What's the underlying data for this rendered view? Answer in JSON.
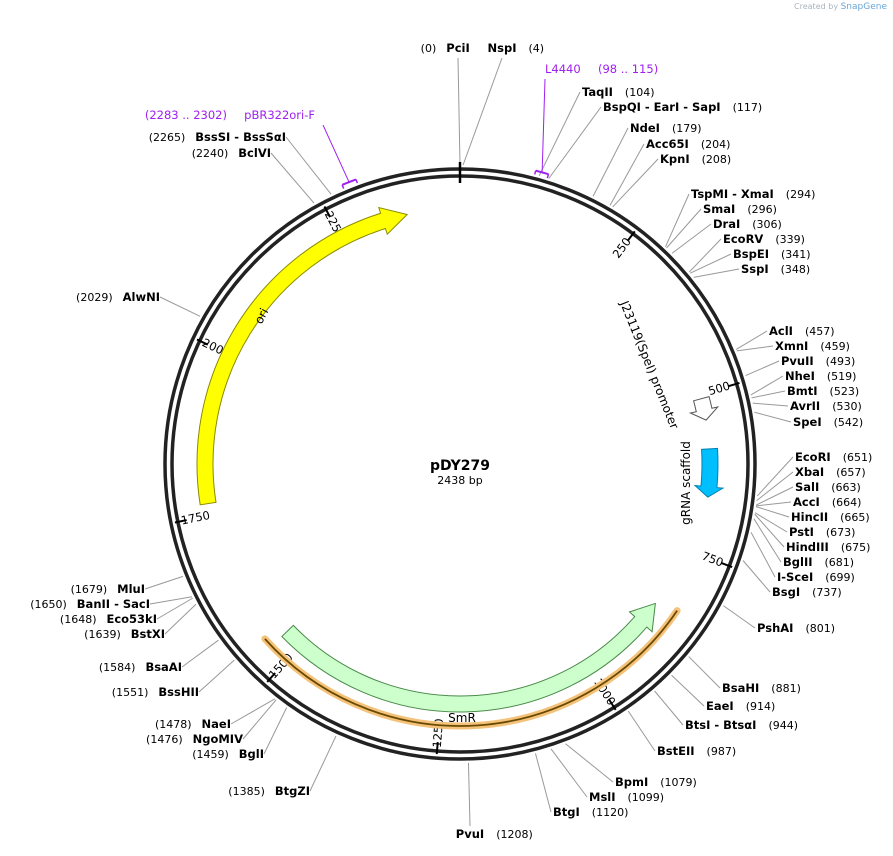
{
  "watermark": {
    "created_by": "Created by",
    "brand": "SnapGene"
  },
  "plasmid": {
    "name": "pDY279",
    "size_label": "2438 bp",
    "length": 2438
  },
  "ticks": [
    {
      "pos": 250,
      "label": "250"
    },
    {
      "pos": 500,
      "label": "500"
    },
    {
      "pos": 750,
      "label": "750"
    },
    {
      "pos": 1000,
      "label": "1000"
    },
    {
      "pos": 1250,
      "label": "1250"
    },
    {
      "pos": 1500,
      "label": "1500"
    },
    {
      "pos": 1750,
      "label": "1750"
    },
    {
      "pos": 2000,
      "label": "2000"
    },
    {
      "pos": 2250,
      "label": "2250"
    }
  ],
  "features": [
    {
      "name": "ori",
      "start": 1768,
      "end": 2357,
      "direction": "cw",
      "color": "#ffff00",
      "stroke": "#8a8a00",
      "label_color": "#000000"
    },
    {
      "name": "J23119(SpeI) promoter",
      "start": 507,
      "end": 541,
      "direction": "cw",
      "color": "#ffffff",
      "stroke": "#555555"
    },
    {
      "name": "gRNA scaffold",
      "start": 586,
      "end": 661,
      "direction": "cw",
      "color": "#00bfff",
      "stroke": "#0080b0"
    },
    {
      "name": "SmR",
      "start": 1530,
      "end": 850,
      "direction": "ccw",
      "color": "#ccffcc",
      "stroke": "#4a8a4a"
    }
  ],
  "primers": [
    {
      "name": "L4440",
      "range": "(98 .. 115)",
      "start": 98,
      "end": 115,
      "color": "#a020f0"
    },
    {
      "name": "pBR322ori-F",
      "range": "(2283 .. 2302)",
      "start": 2283,
      "end": 2302,
      "color": "#a020f0"
    }
  ],
  "sites": [
    {
      "text": "PciI",
      "pos": 0,
      "pos_label": "(0)"
    },
    {
      "text": "NspI",
      "pos": 4,
      "pos_label": "(4)"
    },
    {
      "text": "TaqII",
      "pos": 104,
      "pos_label": "(104)"
    },
    {
      "text": "BspQI  -  EarI  -  SapI",
      "pos": 117,
      "pos_label": "(117)"
    },
    {
      "text": "NdeI",
      "pos": 179,
      "pos_label": "(179)"
    },
    {
      "text": "Acc65I",
      "pos": 204,
      "pos_label": "(204)"
    },
    {
      "text": "KpnI",
      "pos": 208,
      "pos_label": "(208)"
    },
    {
      "text": "TspMI  -  XmaI",
      "pos": 294,
      "pos_label": "(294)"
    },
    {
      "text": "SmaI",
      "pos": 296,
      "pos_label": "(296)"
    },
    {
      "text": "DraI",
      "pos": 306,
      "pos_label": "(306)"
    },
    {
      "text": "EcoRV",
      "pos": 339,
      "pos_label": "(339)"
    },
    {
      "text": "BspEI",
      "pos": 341,
      "pos_label": "(341)"
    },
    {
      "text": "SspI",
      "pos": 348,
      "pos_label": "(348)"
    },
    {
      "text": "AclI",
      "pos": 457,
      "pos_label": "(457)"
    },
    {
      "text": "XmnI",
      "pos": 459,
      "pos_label": "(459)"
    },
    {
      "text": "PvuII",
      "pos": 493,
      "pos_label": "(493)"
    },
    {
      "text": "NheI",
      "pos": 519,
      "pos_label": "(519)"
    },
    {
      "text": "BmtI",
      "pos": 523,
      "pos_label": "(523)"
    },
    {
      "text": "AvrII",
      "pos": 530,
      "pos_label": "(530)"
    },
    {
      "text": "SpeI",
      "pos": 542,
      "pos_label": "(542)"
    },
    {
      "text": "EcoRI",
      "pos": 651,
      "pos_label": "(651)"
    },
    {
      "text": "XbaI",
      "pos": 657,
      "pos_label": "(657)"
    },
    {
      "text": "SalI",
      "pos": 663,
      "pos_label": "(663)"
    },
    {
      "text": "AccI",
      "pos": 664,
      "pos_label": "(664)"
    },
    {
      "text": "HincII",
      "pos": 665,
      "pos_label": "(665)"
    },
    {
      "text": "PstI",
      "pos": 673,
      "pos_label": "(673)"
    },
    {
      "text": "HindIII",
      "pos": 675,
      "pos_label": "(675)"
    },
    {
      "text": "BglII",
      "pos": 681,
      "pos_label": "(681)"
    },
    {
      "text": "I-SceI",
      "pos": 699,
      "pos_label": "(699)"
    },
    {
      "text": "BsgI",
      "pos": 737,
      "pos_label": "(737)"
    },
    {
      "text": "PshAI",
      "pos": 801,
      "pos_label": "(801)"
    },
    {
      "text": "BsaHI",
      "pos": 881,
      "pos_label": "(881)"
    },
    {
      "text": "EaeI",
      "pos": 914,
      "pos_label": "(914)"
    },
    {
      "text": "BtsI  -  BtsαI",
      "pos": 944,
      "pos_label": "(944)"
    },
    {
      "text": "BstEII",
      "pos": 987,
      "pos_label": "(987)"
    },
    {
      "text": "BpmI",
      "pos": 1079,
      "pos_label": "(1079)"
    },
    {
      "text": "MslI",
      "pos": 1099,
      "pos_label": "(1099)"
    },
    {
      "text": "BtgI",
      "pos": 1120,
      "pos_label": "(1120)"
    },
    {
      "text": "PvuI",
      "pos": 1208,
      "pos_label": "(1208)"
    },
    {
      "text": "BtgZI",
      "pos": 1385,
      "pos_label": "(1385)"
    },
    {
      "text": "BglI",
      "pos": 1459,
      "pos_label": "(1459)"
    },
    {
      "text": "NgoMIV",
      "pos": 1476,
      "pos_label": "(1476)"
    },
    {
      "text": "NaeI",
      "pos": 1478,
      "pos_label": "(1478)"
    },
    {
      "text": "BssHII",
      "pos": 1551,
      "pos_label": "(1551)"
    },
    {
      "text": "BsaAI",
      "pos": 1584,
      "pos_label": "(1584)"
    },
    {
      "text": "BstXI",
      "pos": 1639,
      "pos_label": "(1639)"
    },
    {
      "text": "Eco53kI",
      "pos": 1648,
      "pos_label": "(1648)"
    },
    {
      "text": "BanII  -  SacI",
      "pos": 1650,
      "pos_label": "(1650)"
    },
    {
      "text": "MluI",
      "pos": 1679,
      "pos_label": "(1679)"
    },
    {
      "text": "AlwNI",
      "pos": 2029,
      "pos_label": "(2029)"
    },
    {
      "text": "BclVI",
      "pos": 2240,
      "pos_label": "(2240)"
    },
    {
      "text": "BssSI  -  BssSαI",
      "pos": 2265,
      "pos_label": "(2265)"
    }
  ]
}
